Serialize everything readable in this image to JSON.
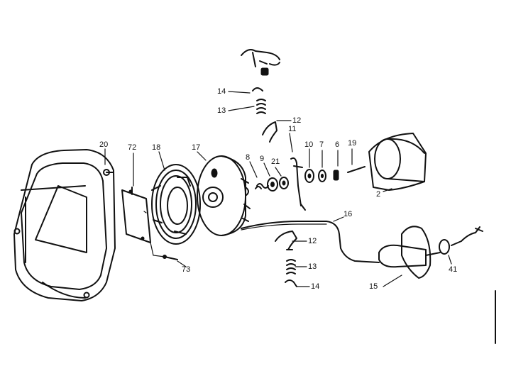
{
  "callouts": [
    {
      "id": "p14a",
      "label": "14"
    },
    {
      "id": "p13a",
      "label": "13"
    },
    {
      "id": "p12a",
      "label": "12"
    },
    {
      "id": "p11",
      "label": "11"
    },
    {
      "id": "p10",
      "label": "10"
    },
    {
      "id": "p7",
      "label": "7"
    },
    {
      "id": "p6",
      "label": "6"
    },
    {
      "id": "p19",
      "label": "19"
    },
    {
      "id": "p20",
      "label": "20"
    },
    {
      "id": "p72",
      "label": "72"
    },
    {
      "id": "p18",
      "label": "18"
    },
    {
      "id": "p17",
      "label": "17"
    },
    {
      "id": "p8",
      "label": "8"
    },
    {
      "id": "p9",
      "label": "9"
    },
    {
      "id": "p21",
      "label": "21"
    },
    {
      "id": "p2",
      "label": "2"
    },
    {
      "id": "p16",
      "label": "16"
    },
    {
      "id": "p12b",
      "label": "12"
    },
    {
      "id": "p13b",
      "label": "13"
    },
    {
      "id": "p14b",
      "label": "14"
    },
    {
      "id": "p73",
      "label": "73"
    },
    {
      "id": "p15",
      "label": "15"
    },
    {
      "id": "p41",
      "label": "41"
    }
  ]
}
